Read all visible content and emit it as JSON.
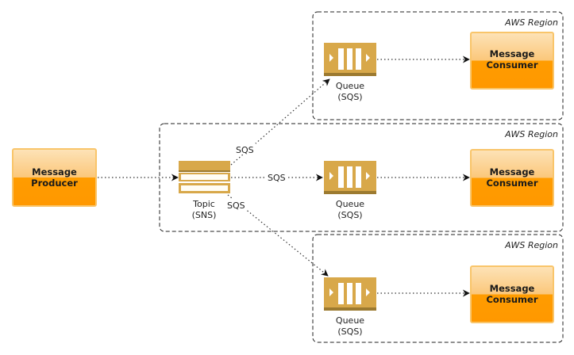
{
  "diagram": {
    "colors": {
      "box_top": "#fdd9a0",
      "box_bottom": "#ff9a00",
      "box_border": "#f8c060",
      "service": "#d8a84a",
      "service_dark": "#9c7a30",
      "service_bar": "#ffffff",
      "line": "#333333"
    },
    "regions": [
      {
        "id": "region-top",
        "label": "AWS Region"
      },
      {
        "id": "region-middle",
        "label": "AWS Region"
      },
      {
        "id": "region-bottom",
        "label": "AWS Region"
      }
    ],
    "producer": {
      "line1": "Message",
      "line2": "Producer"
    },
    "topic": {
      "line1": "Topic",
      "line2": "(SNS)"
    },
    "queues": [
      {
        "line1": "Queue",
        "line2": "(SQS)"
      },
      {
        "line1": "Queue",
        "line2": "(SQS)"
      },
      {
        "line1": "Queue",
        "line2": "(SQS)"
      }
    ],
    "consumers": [
      {
        "line1": "Message",
        "line2": "Consumer"
      },
      {
        "line1": "Message",
        "line2": "Consumer"
      },
      {
        "line1": "Message",
        "line2": "Consumer"
      }
    ],
    "edge_labels": {
      "topic_to_queue_top": "SQS",
      "topic_to_queue_middle": "SQS",
      "topic_to_queue_bottom": "SQS"
    }
  }
}
